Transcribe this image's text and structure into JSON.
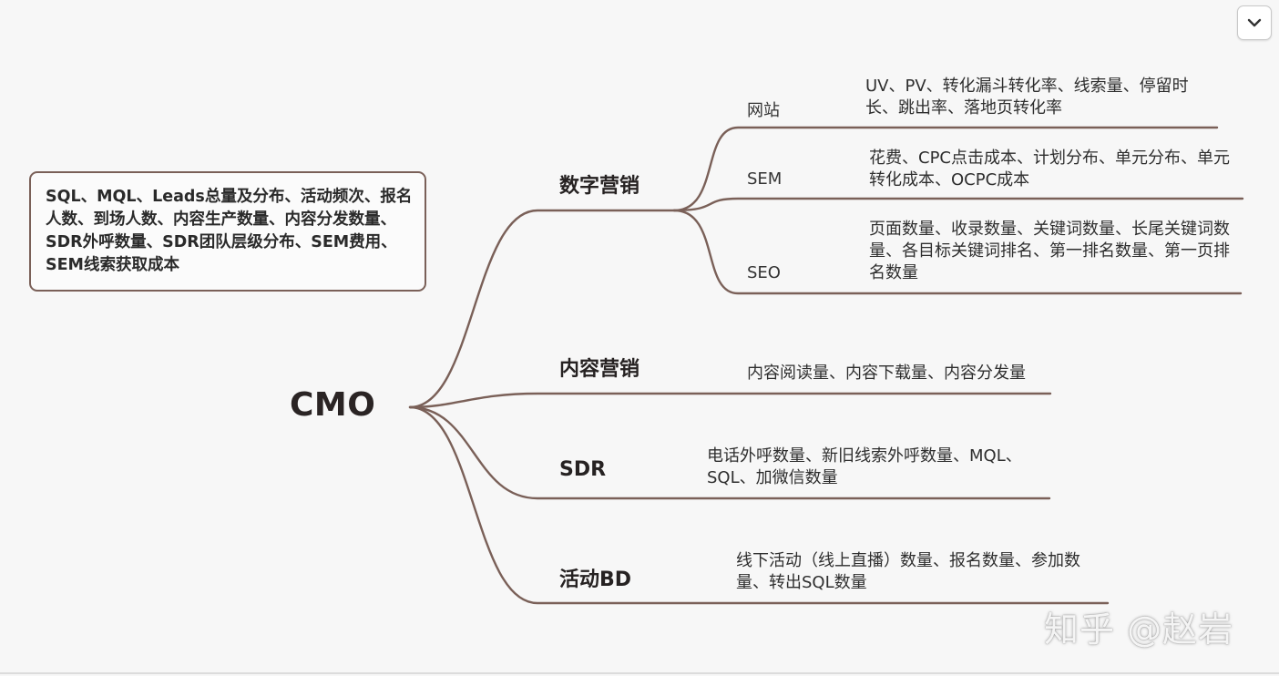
{
  "summary": "SQL、MQL、Leads总量及分布、活动频次、报名人数、到场人数、内容生产数量、内容分发数量、SDR外呼数量、SDR团队层级分布、SEM费用、SEM线索获取成本",
  "root": "CMO",
  "branches": {
    "digital": {
      "label": "数字营销",
      "website": {
        "label": "网站",
        "detail": "UV、PV、转化漏斗转化率、线索量、停留时长、跳出率、落地页转化率"
      },
      "sem": {
        "label": "SEM",
        "detail": "花费、CPC点击成本、计划分布、单元分布、单元转化成本、OCPC成本"
      },
      "seo": {
        "label": "SEO",
        "detail": "页面数量、收录数量、关键词数量、长尾关键词数量、各目标关键词排名、第一排名数量、第一页排名数量"
      }
    },
    "content": {
      "label": "内容营销",
      "detail": "内容阅读量、内容下载量、内容分发量"
    },
    "sdr": {
      "label": "SDR",
      "detail": "电话外呼数量、新旧线索外呼数量、MQL、SQL、加微信数量"
    },
    "events": {
      "label": "活动BD",
      "detail": "线下活动（线上直播）数量、报名数量、参加数量、转出SQL数量"
    }
  },
  "watermark": "知乎 @赵岩",
  "colors": {
    "line": "#7a6058",
    "background": "#f7f7f7"
  },
  "icons": {
    "collapse": "chevron-down-icon"
  }
}
